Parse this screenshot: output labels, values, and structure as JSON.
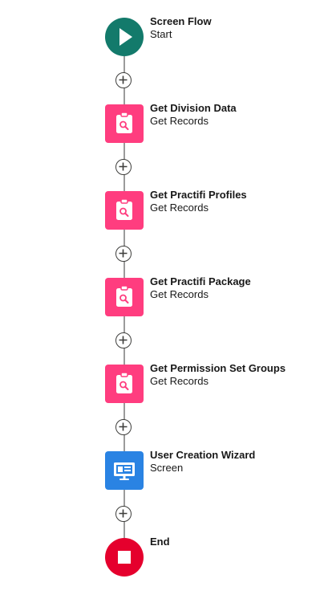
{
  "colors": {
    "start": "#137a6b",
    "get_records": "#ff3d7f",
    "screen": "#2a83e3",
    "end": "#e5002d",
    "connector": "#9b9b9b"
  },
  "nodes": [
    {
      "title": "Screen Flow",
      "subtitle": "Start",
      "type": "start",
      "icon": "play-icon"
    },
    {
      "title": "Get Division Data",
      "subtitle": "Get Records",
      "type": "get_records",
      "icon": "clipboard-search-icon"
    },
    {
      "title": "Get Practifi Profiles",
      "subtitle": "Get Records",
      "type": "get_records",
      "icon": "clipboard-search-icon"
    },
    {
      "title": "Get Practifi Package",
      "subtitle": "Get Records",
      "type": "get_records",
      "icon": "clipboard-search-icon"
    },
    {
      "title": "Get Permission Set Groups",
      "subtitle": "Get Records",
      "type": "get_records",
      "icon": "clipboard-search-icon"
    },
    {
      "title": "User Creation Wizard",
      "subtitle": "Screen",
      "type": "screen",
      "icon": "screen-icon"
    },
    {
      "title": "End",
      "subtitle": "",
      "type": "end",
      "icon": "stop-icon"
    }
  ],
  "add_buttons": {
    "icon": "plus-icon",
    "count": 6
  }
}
